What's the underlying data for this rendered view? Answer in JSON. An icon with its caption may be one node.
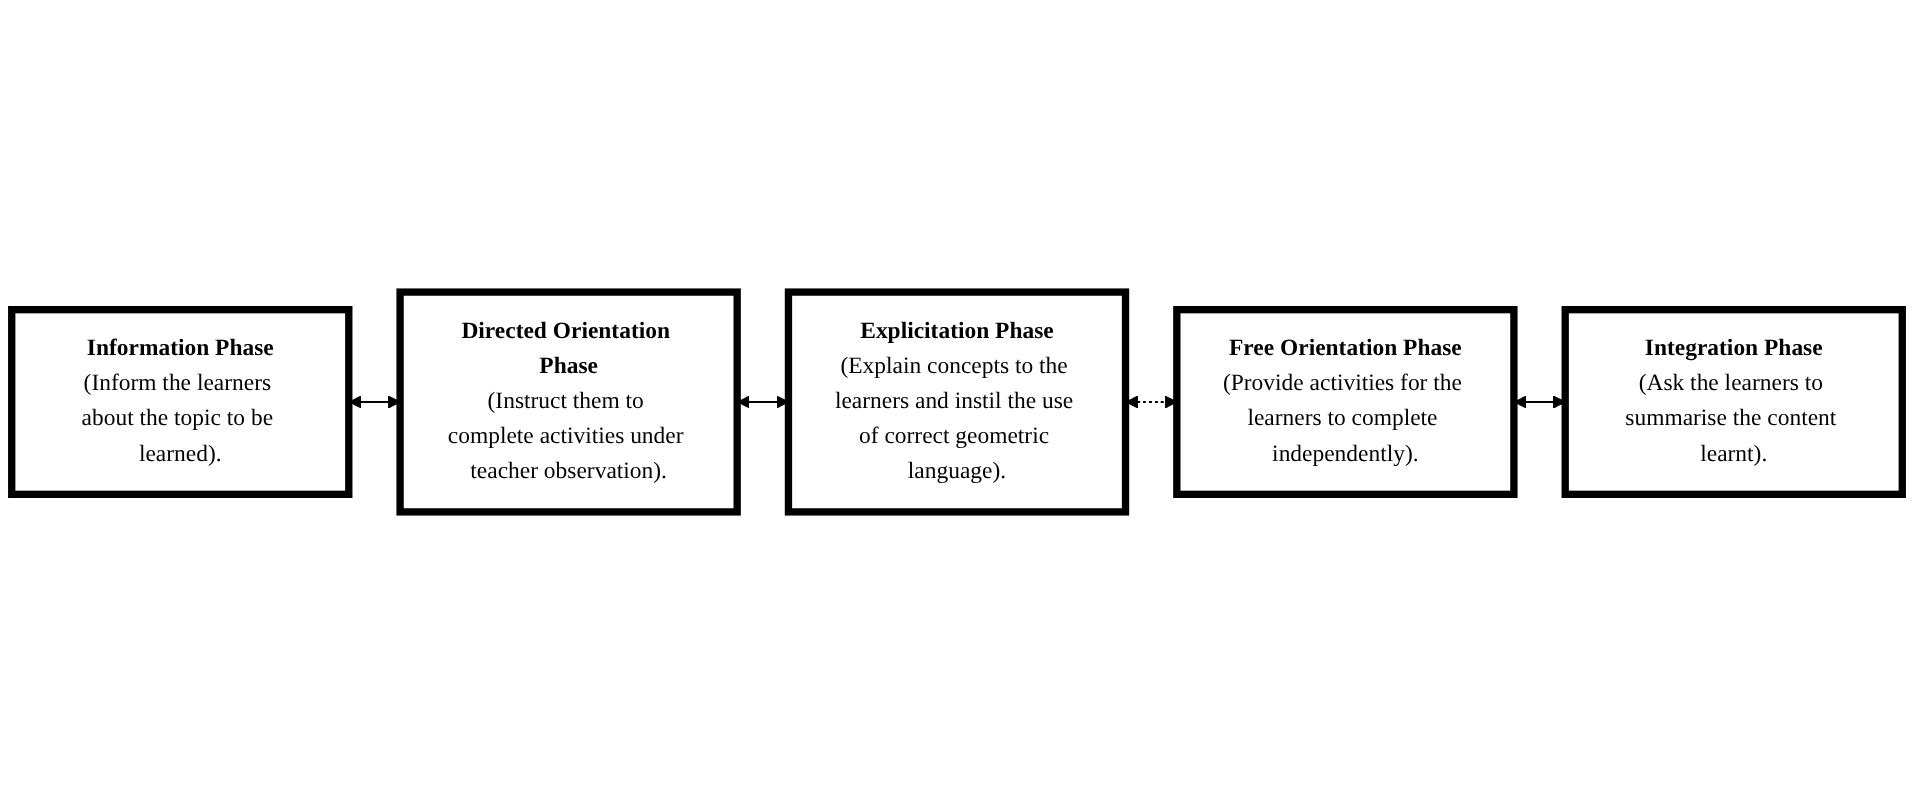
{
  "diagram": {
    "nodes": [
      {
        "text": [
          "Information Phase",
          "(Inform the learners about the topic to be learned)."
        ]
      },
      {
        "text": [
          "Directed Orientation Phase",
          "(Instruct them to complete activities under teacher observation)."
        ]
      },
      {
        "text": [
          "Explicitation Phase",
          "(Explain concepts to the learners and instil the use of correct geometric language)."
        ]
      },
      {
        "text": [
          "Free Orientation Phase",
          "(Provide activities for the learners to complete independently)."
        ]
      },
      {
        "text": [
          "Integration Phase",
          "(Ask the learners to summarise the content learnt)."
        ]
      }
    ],
    "edges": [
      {
        "from": 0,
        "to": 1,
        "arrow": "both"
      },
      {
        "from": 1,
        "to": 2,
        "arrow": "both"
      },
      {
        "from": 2,
        "to": 3,
        "arrow": "both",
        "style": "dashed"
      },
      {
        "from": 3,
        "to": 4,
        "arrow": "both"
      }
    ]
  }
}
